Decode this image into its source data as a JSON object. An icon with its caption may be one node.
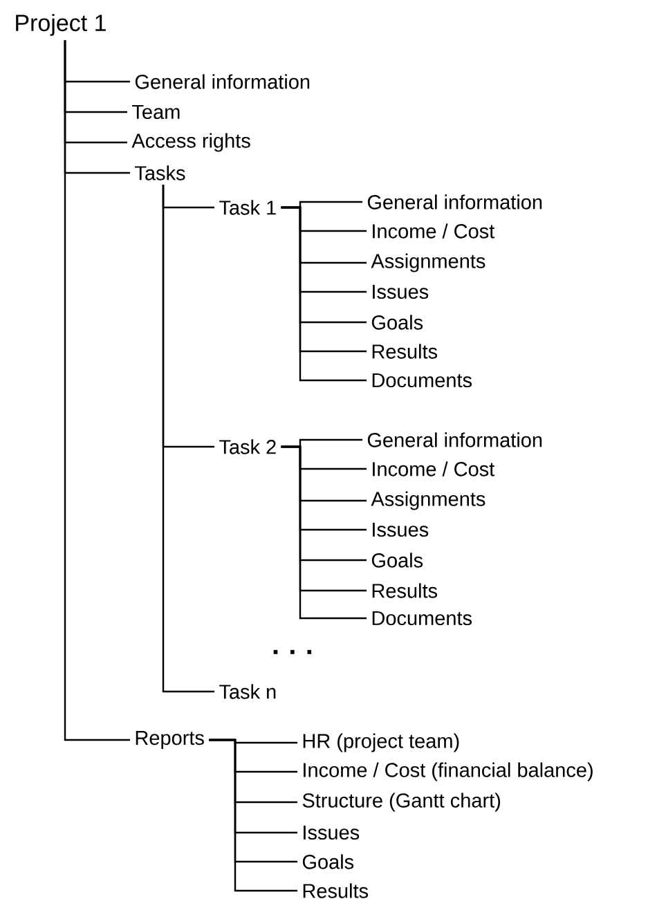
{
  "diagram": {
    "nodes": [
      {
        "text": [
          "Project 1"
        ]
      },
      {
        "text": [
          "General information"
        ]
      },
      {
        "text": [
          "Team"
        ]
      },
      {
        "text": [
          "Access rights"
        ]
      },
      {
        "text": [
          "Tasks"
        ]
      },
      {
        "text": [
          "Task 1"
        ]
      },
      {
        "text": [
          "General information"
        ]
      },
      {
        "text": [
          "Income / Cost"
        ]
      },
      {
        "text": [
          "Assignments"
        ]
      },
      {
        "text": [
          "Issues"
        ]
      },
      {
        "text": [
          "Goals"
        ]
      },
      {
        "text": [
          "Results"
        ]
      },
      {
        "text": [
          "Documents"
        ]
      },
      {
        "text": [
          "Task 2"
        ]
      },
      {
        "text": [
          "General information"
        ]
      },
      {
        "text": [
          "Income / Cost"
        ]
      },
      {
        "text": [
          "Assignments"
        ]
      },
      {
        "text": [
          "Issues"
        ]
      },
      {
        "text": [
          "Goals"
        ]
      },
      {
        "text": [
          "Results"
        ]
      },
      {
        "text": [
          "Documents"
        ]
      },
      {
        "text": [
          "Task n"
        ]
      },
      {
        "text": [
          "Reports"
        ]
      },
      {
        "text": [
          "HR (project team)"
        ]
      },
      {
        "text": [
          "Income / Cost (financial balance)"
        ]
      },
      {
        "text": [
          "Structure (Gantt chart)"
        ]
      },
      {
        "text": [
          "Issues"
        ]
      },
      {
        "text": [
          "Goals"
        ]
      },
      {
        "text": [
          "Results"
        ]
      }
    ],
    "edges": [
      {
        "from": 0,
        "to": 1,
        "arrow": "none"
      },
      {
        "from": 0,
        "to": 2,
        "arrow": "none"
      },
      {
        "from": 0,
        "to": 3,
        "arrow": "none"
      },
      {
        "from": 0,
        "to": 4,
        "arrow": "none"
      },
      {
        "from": 4,
        "to": 5,
        "arrow": "none"
      },
      {
        "from": 5,
        "to": 6,
        "arrow": "none"
      },
      {
        "from": 5,
        "to": 7,
        "arrow": "none"
      },
      {
        "from": 5,
        "to": 8,
        "arrow": "none"
      },
      {
        "from": 5,
        "to": 9,
        "arrow": "none"
      },
      {
        "from": 5,
        "to": 10,
        "arrow": "none"
      },
      {
        "from": 5,
        "to": 11,
        "arrow": "none"
      },
      {
        "from": 5,
        "to": 12,
        "arrow": "none"
      },
      {
        "from": 4,
        "to": 13,
        "arrow": "none"
      },
      {
        "from": 13,
        "to": 14,
        "arrow": "none"
      },
      {
        "from": 13,
        "to": 15,
        "arrow": "none"
      },
      {
        "from": 13,
        "to": 16,
        "arrow": "none"
      },
      {
        "from": 13,
        "to": 17,
        "arrow": "none"
      },
      {
        "from": 13,
        "to": 18,
        "arrow": "none"
      },
      {
        "from": 13,
        "to": 19,
        "arrow": "none"
      },
      {
        "from": 13,
        "to": 20,
        "arrow": "none"
      },
      {
        "from": 4,
        "to": 21,
        "arrow": "none"
      },
      {
        "from": 0,
        "to": 22,
        "arrow": "none"
      },
      {
        "from": 22,
        "to": 23,
        "arrow": "none"
      },
      {
        "from": 22,
        "to": 24,
        "arrow": "none"
      },
      {
        "from": 22,
        "to": 25,
        "arrow": "none"
      },
      {
        "from": 22,
        "to": 26,
        "arrow": "none"
      },
      {
        "from": 22,
        "to": 27,
        "arrow": "none"
      },
      {
        "from": 22,
        "to": 28,
        "arrow": "none"
      }
    ],
    "labels": [
      "· · ·"
    ]
  }
}
